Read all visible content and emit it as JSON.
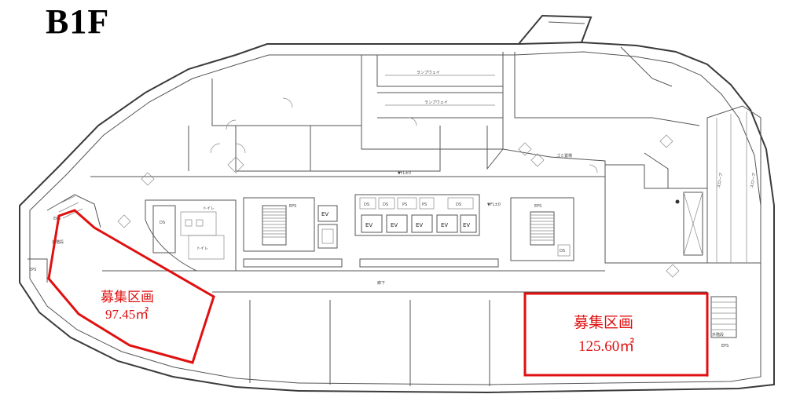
{
  "floor": {
    "title": "B1F"
  },
  "colors": {
    "zone": "#e01010",
    "wall": "#3a3a3a"
  },
  "zones": [
    {
      "name": "募集区画",
      "area": "97.45㎡"
    },
    {
      "name": "募集区画",
      "area": "125.60㎡"
    }
  ],
  "labels": {
    "toilet": "トイレ",
    "toilet2": "トイレ",
    "eps": "EPS",
    "eps2": "EPS",
    "eps3": "EPS",
    "eps4": "EPS",
    "ds": "DS",
    "ds2": "DS",
    "ev": "EV",
    "corridor": "廊下",
    "outer_stair_left": "外階段",
    "outer_stair_right": "外階段",
    "ramp_left": "スロープ",
    "ramp_right": "スロープ"
  }
}
